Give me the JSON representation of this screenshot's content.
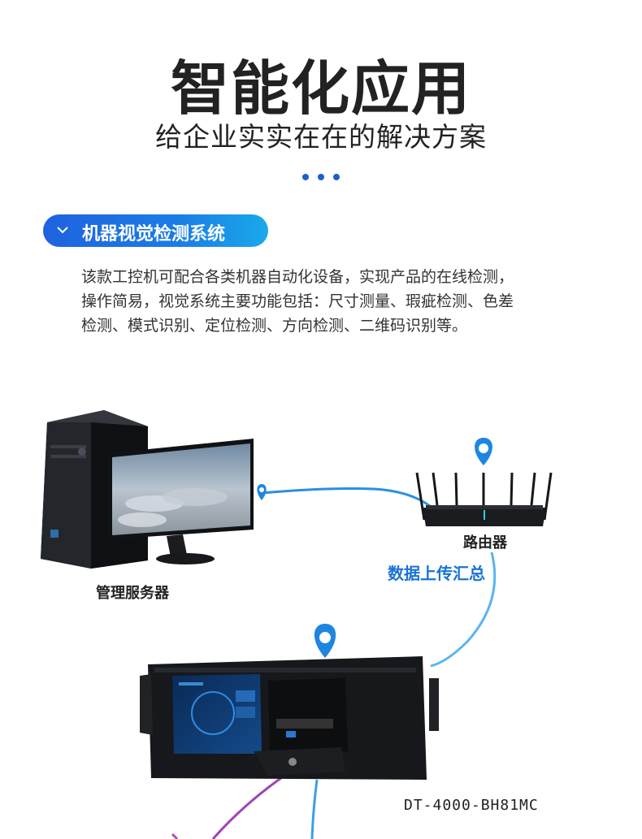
{
  "header": {
    "title": "智能化应用",
    "subtitle": "给企业实实在在的解决方案"
  },
  "section": {
    "title": "机器视觉检测系统",
    "chevron_icon": "chevron-down-icon",
    "accent_color": "#1f62df"
  },
  "description": {
    "lines": [
      "该款工控机可配合各类机器自动化设备，实现产品的在线检测，",
      "操作简易，视觉系统主要功能包括：尺寸测量、瑕疵检测、色差",
      "检测、模式识别、定位检测、方向检测、二维码识别等。"
    ]
  },
  "diagram": {
    "server_label": "管理服务器",
    "router_label": "路由器",
    "upload_label": "数据上传汇总",
    "device_model": "DT-4000-BH81MC",
    "line_color": "#2a8fe0",
    "pin_icon": "location-pin-icon"
  }
}
